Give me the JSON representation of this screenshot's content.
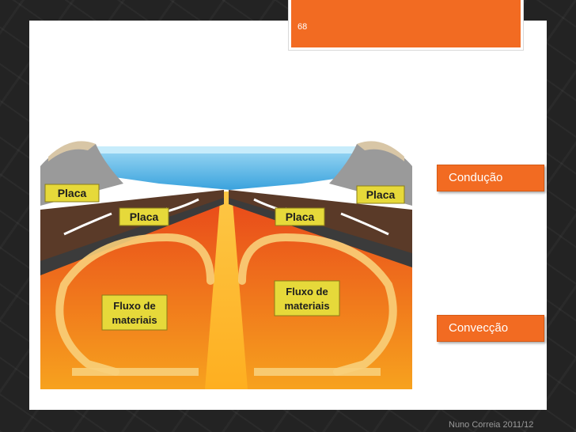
{
  "slide": {
    "number": "68",
    "footer": "Nuno Correia 2011/12"
  },
  "labels": {
    "conduction": "Condução",
    "convection": "Convecção"
  },
  "figure": {
    "plate_left_label": "Placa",
    "plate_right_label": "Placa",
    "plate_inner_left_label": "Placa",
    "plate_inner_right_label": "Placa",
    "flow_left_line1": "Fluxo de",
    "flow_left_line2": "materiais",
    "flow_right_line1": "Fluxo de",
    "flow_right_line2": "materiais"
  },
  "colors": {
    "accent": "#f26b22",
    "ocean": "#4fb3e6",
    "magma": "#f0601e",
    "crust": "#5a3a28",
    "label_box": "#e6d93a"
  }
}
